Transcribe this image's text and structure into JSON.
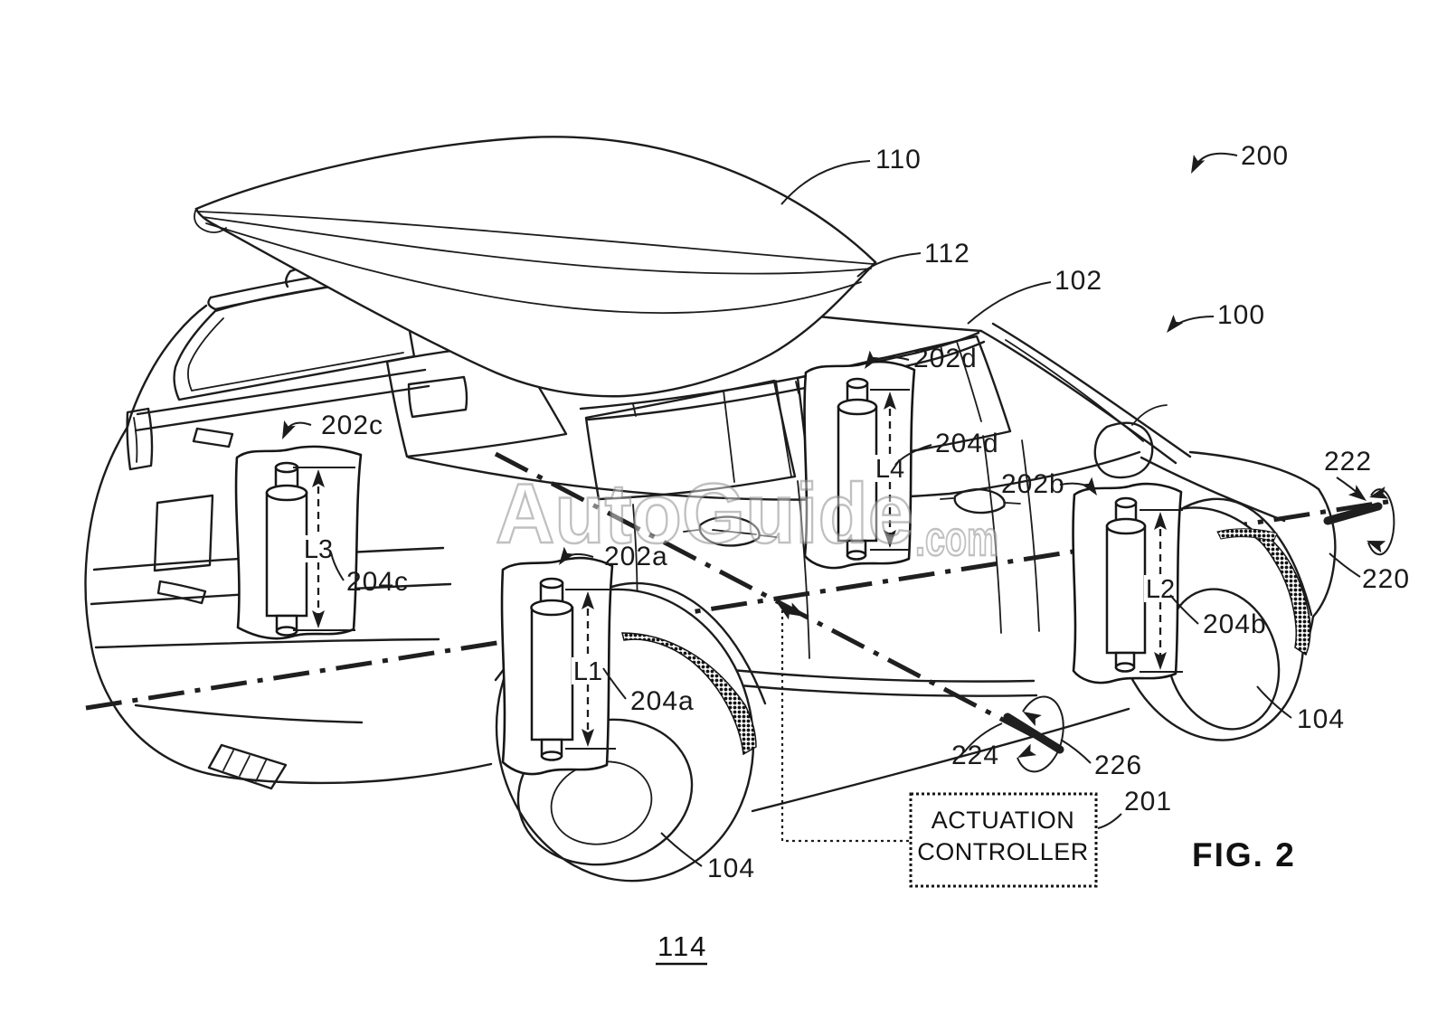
{
  "figure": {
    "fig_caption": "FIG. 2",
    "page_ref": "114",
    "controller_box": {
      "line1": "ACTUATION",
      "line2": "CONTROLLER"
    },
    "watermark": {
      "brand": "AutoGuide",
      "tld": ".com"
    },
    "ref_labels": {
      "cargo_item": "110",
      "system": "200",
      "roof": "112",
      "pillar": "102",
      "vehicle": "100",
      "actuator_a": "202a",
      "actuator_b": "202b",
      "actuator_c": "202c",
      "actuator_d": "202d",
      "length_a": "L1",
      "length_b": "L2",
      "length_c": "L3",
      "length_d": "L4",
      "extension_a": "204a",
      "extension_b": "204b",
      "extension_c": "204c",
      "extension_d": "204d",
      "wheel_front": "104",
      "wheel_rear": "104",
      "lateral_axis": "222",
      "pitch_arrow": "220",
      "roll_axis": "224",
      "roll_arrow": "226",
      "controller_ref": "201"
    }
  }
}
